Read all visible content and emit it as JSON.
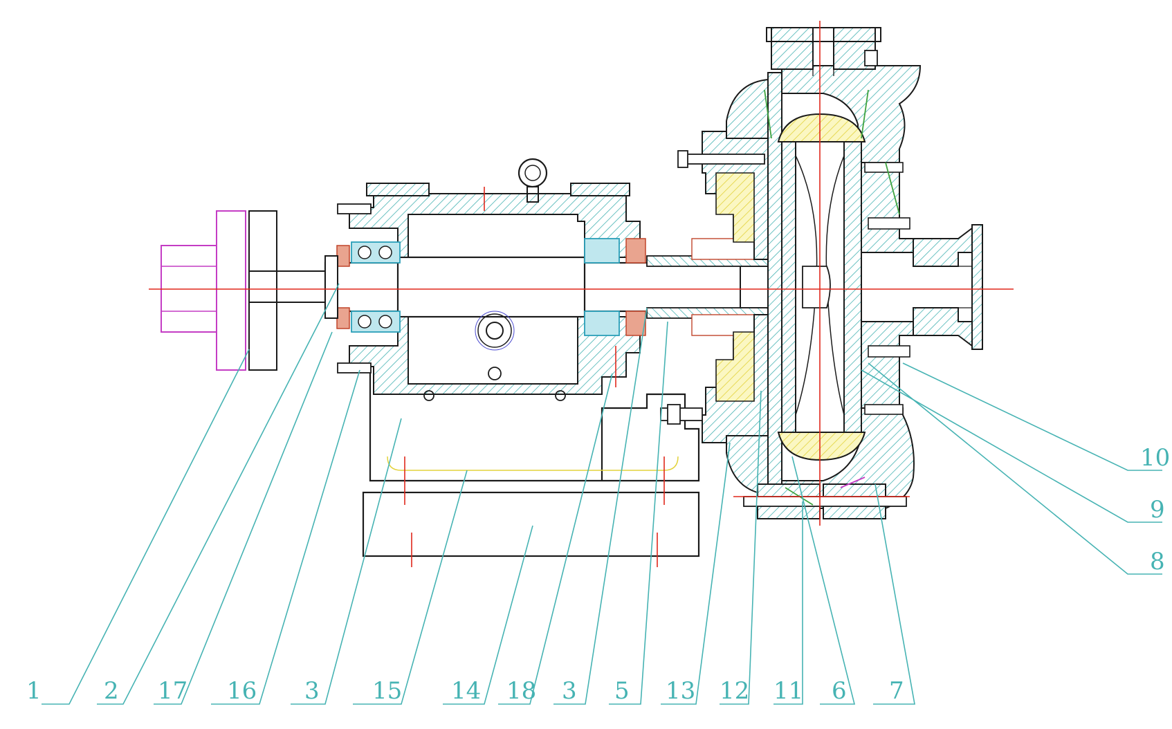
{
  "callouts": [
    {
      "label": "1"
    },
    {
      "label": "2"
    },
    {
      "label": "17"
    },
    {
      "label": "16"
    },
    {
      "label": "3"
    },
    {
      "label": "15"
    },
    {
      "label": "14"
    },
    {
      "label": "18"
    },
    {
      "label": "3"
    },
    {
      "label": "5"
    },
    {
      "label": "13"
    },
    {
      "label": "12"
    },
    {
      "label": "11"
    },
    {
      "label": "6"
    },
    {
      "label": "7"
    },
    {
      "label": "10"
    },
    {
      "label": "9"
    },
    {
      "label": "8"
    }
  ],
  "colors": {
    "leader": "#46b3b3",
    "outline": "#1a1a1a",
    "hatch": "#46b3b3",
    "centerline": "#e0261a",
    "coupling": "#c43cc4",
    "bearing": "#2a9fb8",
    "liner": "#e8e04a",
    "seal": "#c0452a",
    "gasket": "#3fa33f"
  }
}
